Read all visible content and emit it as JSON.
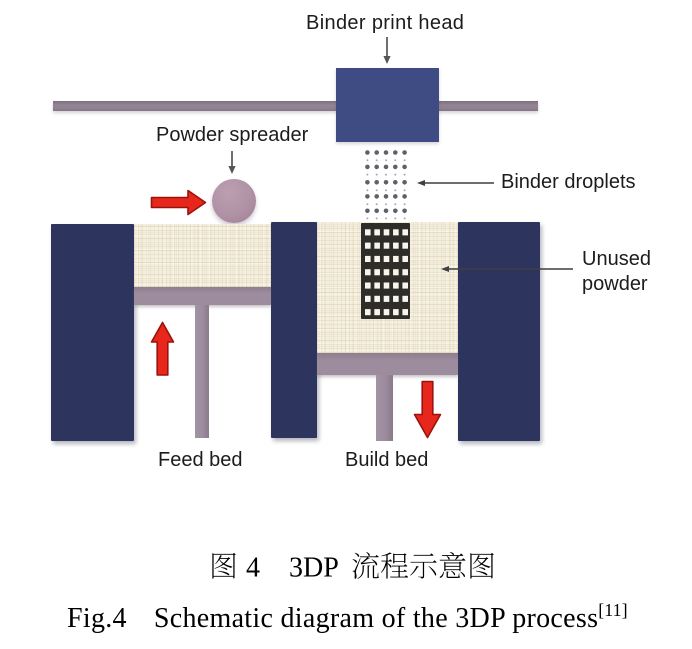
{
  "figure": {
    "labels": {
      "binder_print_head": "Binder print head",
      "powder_spreader": "Powder spreader",
      "binder_droplets": "Binder droplets",
      "unused_powder_line1": "Unused",
      "unused_powder_line2": "powder",
      "feed_bed": "Feed bed",
      "build_bed": "Build bed"
    },
    "colors": {
      "wall_navy": "#2d355e",
      "print_head_blue": "#3e4c83",
      "rail_mauve": "#8e7f8e",
      "powder_cream": "#f5efdf",
      "platform_mauve": "#9c8c9e",
      "spreader_mauve": "#b092a6",
      "arrow_red": "#e8271c",
      "printed_part_dark": "#2e2d29",
      "droplet_gray": "#585863"
    }
  },
  "caption": {
    "cn": {
      "full_text": "图 4　3DP 流程示意图",
      "fig_word": "图",
      "fig_number": "4",
      "latin_part": "3DP",
      "cjk_tail": "流程示意图"
    },
    "en": {
      "prefix": "Fig.4",
      "text": "Schematic diagram of the 3DP process",
      "reference": "[11]"
    }
  }
}
